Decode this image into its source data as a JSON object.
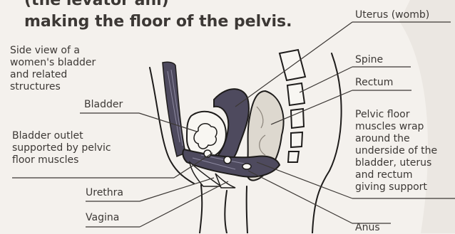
{
  "heading": {
    "line1": "(the levator ani)",
    "line2": "making the floor of the pelvis."
  },
  "caption": {
    "lines": [
      "Side view of a",
      "women's bladder",
      "and related",
      "structures"
    ]
  },
  "labels": {
    "uterus": "Uterus (womb)",
    "spine": "Spine",
    "rectum": "Rectum",
    "bladder": "Bladder",
    "bladder_outlet": [
      "Bladder outlet",
      "supported by pelvic",
      "floor muscles"
    ],
    "pelvic_floor": [
      "Pelvic floor",
      "muscles wrap",
      "around the",
      "underside of the",
      "bladder, uterus",
      "and rectum",
      "giving support"
    ],
    "urethra": "Urethra",
    "vagina": "Vagina",
    "anus": "Anus"
  },
  "colors": {
    "background": "#f4f1ed",
    "muscle": "#4e4a5e",
    "outline": "#1e1c1b",
    "leader": "#3c3835"
  }
}
